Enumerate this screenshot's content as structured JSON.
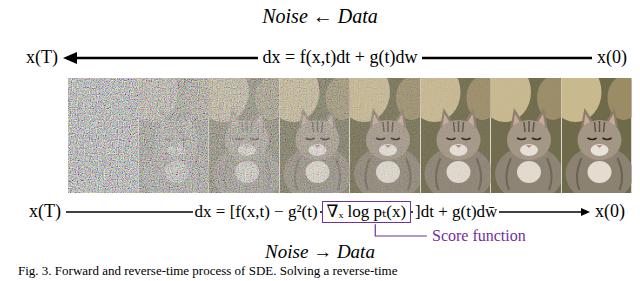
{
  "diagram": {
    "caption": "Fig. 3. Forward and reverse-time process of SDE. Solving a reverse-time",
    "nodes": [
      {
        "text": [
          "x(T)"
        ]
      },
      {
        "text": [
          "x(0)"
        ]
      },
      {
        "text": [
          "x(T)"
        ]
      },
      {
        "text": [
          "x(0)"
        ]
      },
      {
        "text": [
          "∇ₓ log pₜ(x)"
        ]
      }
    ],
    "edges": [
      {
        "from": 1,
        "to": 0,
        "label": "dx = f(x,t)dt + g(t)dw",
        "arrow": "to"
      },
      {
        "from": 2,
        "to": 3,
        "arrow": "to"
      }
    ],
    "labels": [
      "Noise ← Data",
      "dx = [f(x,t) − g²(t)",
      "]dt + g(t)dw̄",
      "Score function",
      "Noise → Data"
    ]
  }
}
